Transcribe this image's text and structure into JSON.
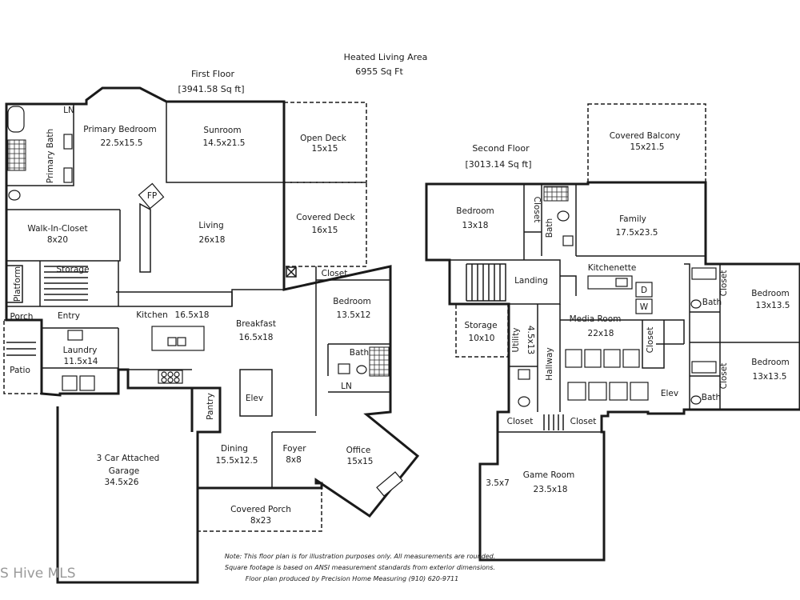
{
  "header": {
    "heated_title": "Heated Living Area",
    "heated_total": "6955 Sq Ft",
    "first_floor_title": "First Floor",
    "first_floor_sqft": "[3941.58 Sq ft]",
    "second_floor_title": "Second Floor",
    "second_floor_sqft": "[3013.14 Sq ft]"
  },
  "first_floor": {
    "ln_top": "LN",
    "primary_bath": "Primary Bath",
    "primary_bedroom": {
      "name": "Primary Bedroom",
      "dims": "22.5x15.5"
    },
    "sunroom": {
      "name": "Sunroom",
      "dims": "14.5x21.5"
    },
    "open_deck": {
      "name": "Open Deck",
      "dims": "15x15"
    },
    "covered_deck": {
      "name": "Covered Deck",
      "dims": "16x15"
    },
    "fp": "FP",
    "walk_in_closet": {
      "name": "Walk-In-Closet",
      "dims": "8x20"
    },
    "living": {
      "name": "Living",
      "dims": "26x18"
    },
    "storage": "Storage",
    "platform": "Platform",
    "closet": "Closet",
    "bedroom": {
      "name": "Bedroom",
      "dims": "13.5x12"
    },
    "porch": "Porch",
    "entry": "Entry",
    "kitchen": {
      "name": "Kitchen",
      "dims": "16.5x18"
    },
    "breakfast": {
      "name": "Breakfast",
      "dims": "16.5x18"
    },
    "laundry": {
      "name": "Laundry",
      "dims": "11.5x14"
    },
    "patio": "Patio",
    "bath": "Bath",
    "ln_lower": "LN",
    "pantry": "Pantry",
    "elev": "Elev",
    "garage": {
      "name": "3 Car Attached",
      "name2": "Garage",
      "dims": "34.5x26"
    },
    "dining": {
      "name": "Dining",
      "dims": "15.5x12.5"
    },
    "foyer": {
      "name": "Foyer",
      "dims": "8x8"
    },
    "office": {
      "name": "Office",
      "dims": "15x15"
    },
    "covered_porch": {
      "name": "Covered Porch",
      "dims": "8x23"
    }
  },
  "second_floor": {
    "covered_balcony": {
      "name": "Covered Balcony",
      "dims": "15x21.5"
    },
    "bedroom_left": {
      "name": "Bedroom",
      "dims": "13x18"
    },
    "closet_a": "Closet",
    "bath_a": "Bath",
    "family": {
      "name": "Family",
      "dims": "17.5x23.5"
    },
    "kitchenette": "Kitchenette",
    "landing": "Landing",
    "closet_b": "Closet",
    "bath_b": "Bath",
    "bedroom_r1": {
      "name": "Bedroom",
      "dims": "13x13.5"
    },
    "dryer": "D",
    "washer": "W",
    "storage": {
      "name": "Storage",
      "dims": "10x10"
    },
    "utility": {
      "name": "Utility",
      "dims": "4.5x13"
    },
    "hallway": "Hallway",
    "media_room": {
      "name": "Media Room",
      "dims": "22x18"
    },
    "closet_c": "Closet",
    "bedroom_r2": {
      "name": "Bedroom",
      "dims": "13x13.5"
    },
    "closet_d": "Closet",
    "elev": "Elev",
    "bath_c": "Bath",
    "closet_e": "Closet",
    "closet_f": "Closet",
    "game_room": {
      "name": "Game Room",
      "dims": "23.5x18"
    },
    "nook": "3.5x7"
  },
  "footer": {
    "note1": "Note: This floor plan is for illustration purposes only. All measurements are rounded.",
    "note2": "Square footage is based on ANSI measurement standards from exterior dimensions.",
    "note3": "Floor plan produced by Precision Home Measuring (910) 620-9711",
    "watermark": "S Hive MLS"
  }
}
